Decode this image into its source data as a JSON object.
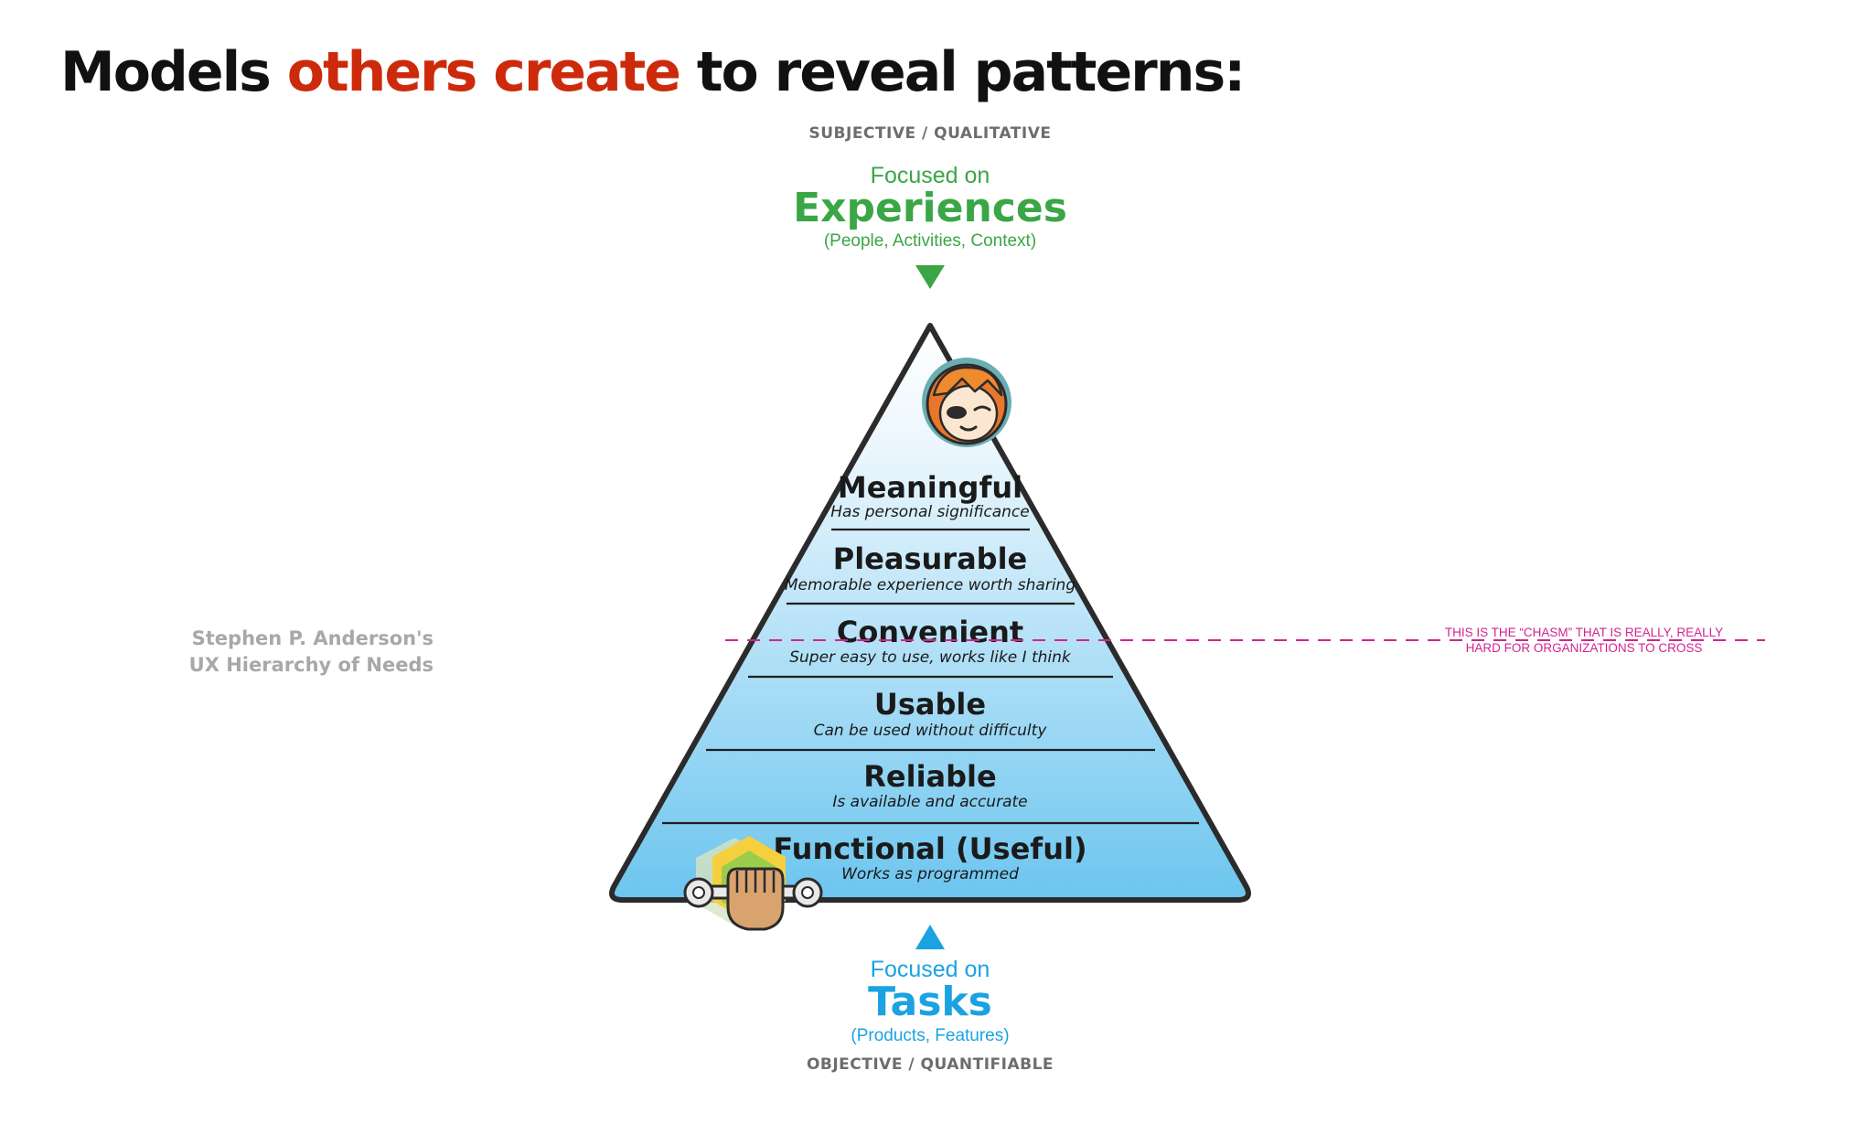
{
  "title": {
    "part1": "Models ",
    "highlight": "others create",
    "part2": " to reveal patterns:"
  },
  "top": {
    "axis_label": "SUBJECTIVE / QUALITATIVE",
    "focus_prefix": "Focused on",
    "focus_main": "Experiences",
    "focus_sub": "(People, Activities, Context)"
  },
  "bottom": {
    "focus_prefix": "Focused on",
    "focus_main": "Tasks",
    "focus_sub": "(Products, Features)",
    "axis_label": "OBJECTIVE / QUANTIFIABLE"
  },
  "pyramid": {
    "levels": [
      {
        "title": "Meaningful",
        "desc": "Has personal significance"
      },
      {
        "title": "Pleasurable",
        "desc": "Memorable experience worth sharing"
      },
      {
        "title": "Convenient",
        "desc": "Super easy to use, works like I think"
      },
      {
        "title": "Usable",
        "desc": "Can be used without difficulty"
      },
      {
        "title": "Reliable",
        "desc": "Is available and accurate"
      },
      {
        "title": "Functional (Useful)",
        "desc": "Works as programmed"
      }
    ]
  },
  "credit": {
    "line1": "Stephen P. Anderson's",
    "line2": "UX Hierarchy of Needs"
  },
  "chasm": {
    "line1": "This is the “chasm” that is really, really",
    "line2": "hard for organizations to cross"
  },
  "colors": {
    "title_highlight": "#cc2a0b",
    "experiences_green": "#3aa645",
    "tasks_blue": "#1aa3e0",
    "chasm_magenta": "#d5238e",
    "pyramid_top": "#ffffff",
    "pyramid_bottom": "#6cc5ef"
  }
}
